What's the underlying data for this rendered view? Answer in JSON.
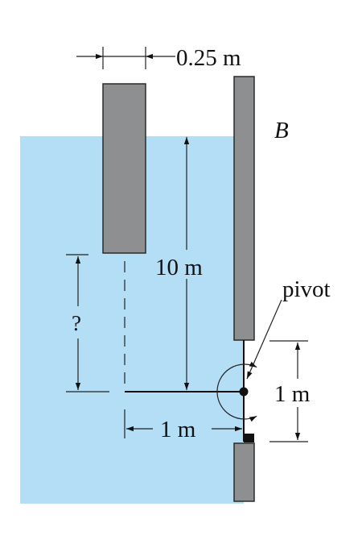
{
  "colors": {
    "water": "#b3def5",
    "block_fill": "#8e8f91",
    "block_stroke": "#2a2a2a",
    "line": "#111111",
    "background": "#ffffff"
  },
  "labels": {
    "width_dim": "0.25 m",
    "gate_label": "B",
    "depth_dim": "10 m",
    "unknown_dim": "?",
    "pivot_label": "pivot",
    "vertical_gate_dim": "1 m",
    "horizontal_gate_dim": "1 m"
  }
}
